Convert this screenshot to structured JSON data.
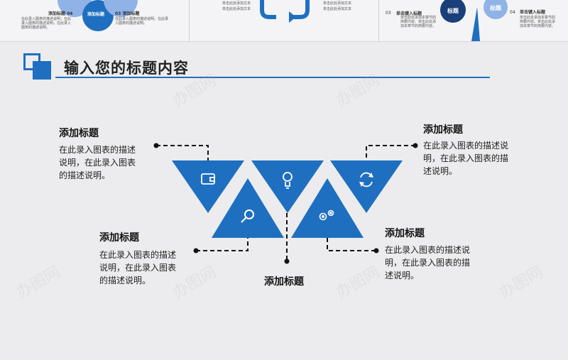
{
  "page": {
    "title": "输入您的标题内容"
  },
  "colors": {
    "primary": "#1f6fc1",
    "dark": "#1a3f7a",
    "light": "#8fb3e6"
  },
  "thumbnails": {
    "t1": {
      "lbl4": "添加标题 04",
      "lbl3": "03 添加标题",
      "center": "添加标题",
      "desc_a": "在此录入图表的描述说明，在此录入图表的描述说明，在此录入图表的描述说明。",
      "desc_b": "在此录入图表的描述说明，在此录入图表的描述说明。"
    },
    "t2": {
      "tiny1": "单击此处添加文本",
      "tiny2": "单击此处添加文本",
      "tiny3": "单击此处添加文本",
      "tiny4": "单击此处添加文本"
    },
    "t3": {
      "lbl3": "03",
      "head3": "单击键入标题",
      "head4": "单击键入标题",
      "lbl4": "04",
      "badge1": "标题",
      "badge2": "标题",
      "desc3": "单击此处添加本章节的简要内容。单击此处添加本章节的简要内容。",
      "desc4": "单击此处添加本章节的简要内容。单击此处添加本章节的简要内容。"
    }
  },
  "blocks": [
    {
      "title": "添加标题",
      "desc": [
        "在此录入图表的描述",
        "说明，在此录入图表",
        "的描述说明。"
      ]
    },
    {
      "title": "添加标题",
      "desc": [
        "在此录入图表的描述",
        "说明，在此录入图表",
        "的描述说明。"
      ]
    },
    {
      "title": "添加标题",
      "desc": []
    },
    {
      "title": "添加标题",
      "desc": [
        "在此录入图表的描述说",
        "明，在此录入图表的描",
        "述说明。"
      ]
    },
    {
      "title": "添加标题",
      "desc": [
        "在此录入图表的描述说",
        "明，在此录入图表的描",
        "述说明。"
      ]
    }
  ],
  "icons": [
    "wallet-icon",
    "search-icon",
    "lightbulb-icon",
    "gears-icon",
    "refresh-icon"
  ],
  "watermark": "办图网"
}
